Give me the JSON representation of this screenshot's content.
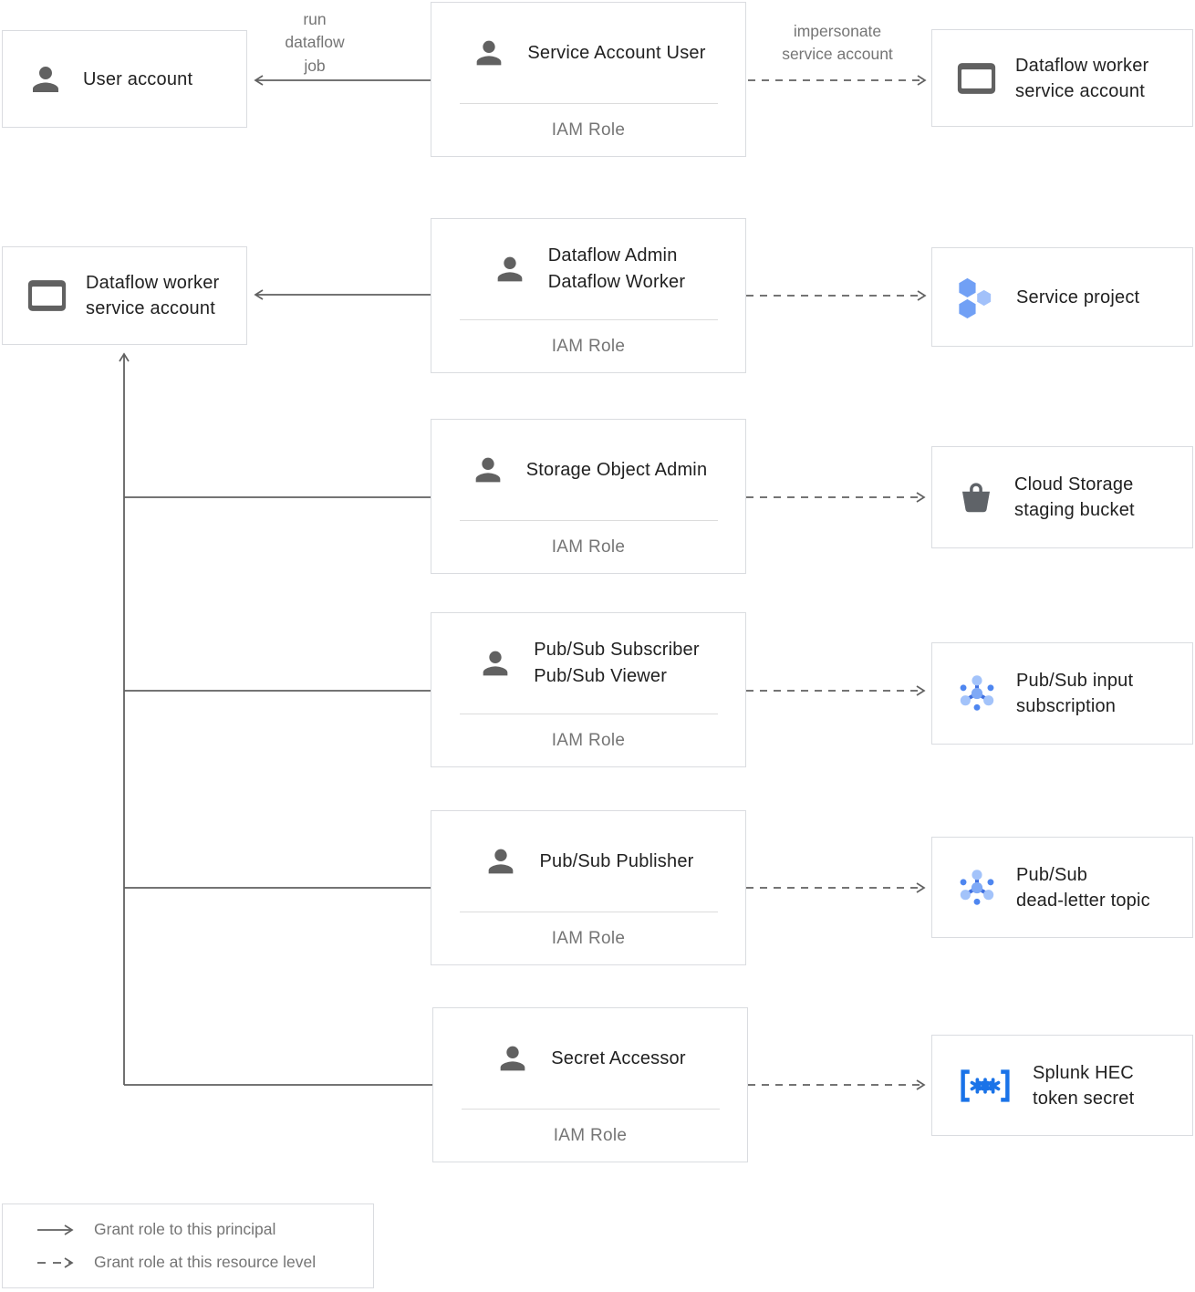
{
  "colors": {
    "border_gray": "#dadce0",
    "line_gray": "#616161",
    "icon_gray": "#5f6368",
    "text_primary": "#212121",
    "text_secondary": "#757575",
    "accent_blue": "#4285f4",
    "light_blue": "#a1c2fa",
    "secret_blue": "#1a73e8"
  },
  "boxes": {
    "user_account": {
      "label": "User account",
      "icon": "person-icon"
    },
    "service_account_user": {
      "title": "Service Account User",
      "type_label": "IAM Role",
      "icon": "person-icon"
    },
    "dataflow_worker_sa_right": {
      "label": "Dataflow worker\nservice account",
      "icon": "service-account-icon"
    },
    "dataflow_worker_sa_left": {
      "label": "Dataflow worker\nservice account",
      "icon": "service-account-icon"
    },
    "dataflow_admin_worker": {
      "title": "Dataflow Admin\nDataflow Worker",
      "type_label": "IAM Role",
      "icon": "person-icon"
    },
    "service_project": {
      "label": "Service project",
      "icon": "project-hexagons-icon"
    },
    "storage_object_admin": {
      "title": "Storage Object Admin",
      "type_label": "IAM Role",
      "icon": "person-icon"
    },
    "cloud_storage_bucket": {
      "label": "Cloud Storage\nstaging bucket",
      "icon": "storage-bucket-icon"
    },
    "pubsub_subscriber_viewer": {
      "title": "Pub/Sub Subscriber\nPub/Sub Viewer",
      "type_label": "IAM Role",
      "icon": "person-icon"
    },
    "pubsub_input_subscription": {
      "label": "Pub/Sub input\nsubscription",
      "icon": "pubsub-icon"
    },
    "pubsub_publisher": {
      "title": "Pub/Sub Publisher",
      "type_label": "IAM Role",
      "icon": "person-icon"
    },
    "pubsub_dead_letter_topic": {
      "label": "Pub/Sub\ndead-letter topic",
      "icon": "pubsub-icon"
    },
    "secret_accessor": {
      "title": "Secret Accessor",
      "type_label": "IAM Role",
      "icon": "person-icon"
    },
    "splunk_hec_token_secret": {
      "label": "Splunk HEC\ntoken secret",
      "icon": "secret-icon"
    }
  },
  "edge_labels": {
    "run_dataflow_job": "run\ndataflow\njob",
    "impersonate_service_account": "impersonate\nservice account"
  },
  "legend": {
    "solid_label": "Grant role to this principal",
    "dashed_label": "Grant role at this resource level"
  }
}
